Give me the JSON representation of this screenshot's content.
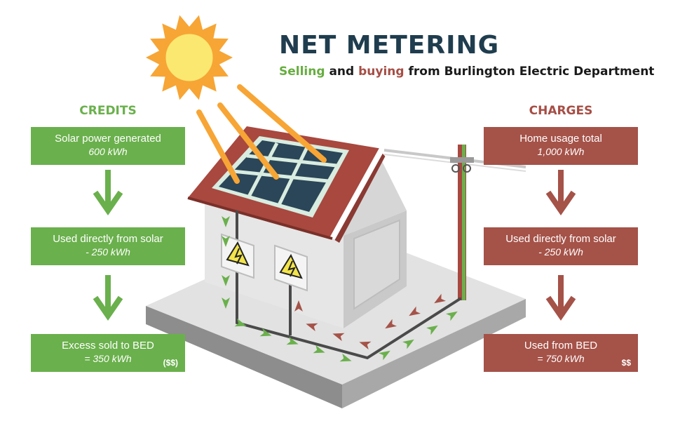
{
  "header": {
    "title": "NET METERING",
    "subtitle_sell": "Selling",
    "subtitle_and": " and ",
    "subtitle_buy": "buying",
    "subtitle_rest": " from Burlington Electric Department"
  },
  "credits": {
    "heading": "CREDITS",
    "boxes": [
      {
        "label": "Solar power generated",
        "value": "600 kWh",
        "money": ""
      },
      {
        "label": "Used directly from solar",
        "value": "- 250 kWh",
        "money": ""
      },
      {
        "label": "Excess sold to BED",
        "value": "= 350 kWh",
        "money": "($$)"
      }
    ]
  },
  "charges": {
    "heading": "CHARGES",
    "boxes": [
      {
        "label": "Home usage total",
        "value": "1,000 kWh",
        "money": ""
      },
      {
        "label": "Used directly from solar",
        "value": "- 250 kWh",
        "money": ""
      },
      {
        "label": "Used from BED",
        "value": "= 750 kWh",
        "money": "$$"
      }
    ]
  },
  "colors": {
    "title": "#1f3d4e",
    "credit_green": "#6ab04c",
    "charge_red": "#a55248",
    "sun": "#f7a535",
    "roof": "#a8483f",
    "panel": "#2b4658"
  },
  "icons": [
    "sun-icon",
    "solar-panel-icon",
    "house-icon",
    "electric-meter-icon",
    "utility-pole-icon",
    "down-arrow-icon",
    "flow-arrow-icon"
  ]
}
